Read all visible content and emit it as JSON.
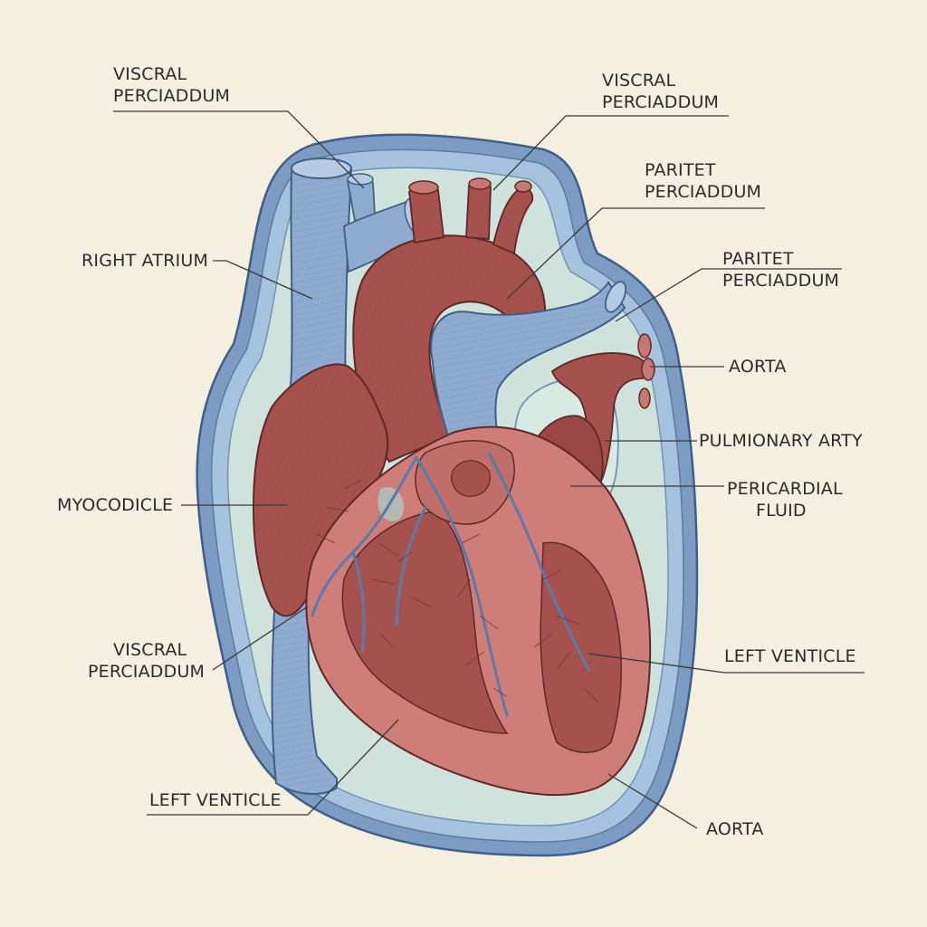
{
  "colors": {
    "background": "#f5efdf",
    "pericardium_blue": "#7c9cc4",
    "pericardial_fluid": "#cfe3dc",
    "muscle_red": "#a5524f",
    "muscle_pink": "#cf7d78",
    "vein_blue": "#8fabcf",
    "ink": "#2b2b2b"
  },
  "labels": {
    "visceral_top_left": {
      "line1": "VISCRAL",
      "line2": "PERCIADDUM"
    },
    "visceral_top_right": {
      "line1": "VISCRAL",
      "line2": "PERCIADDUM"
    },
    "parietal_upper": {
      "line1": "PARITET",
      "line2": "PERCIADDUM"
    },
    "parietal_lower": {
      "line1": "PARITET",
      "line2": "PERCIADDUM"
    },
    "right_atrium": "RIGHT ATRIUM",
    "aorta_right": "AORTA",
    "pulmonary_artery": "PULMIONARY ARTY",
    "pericardial_fluid": {
      "line1": "PERICARDIAL",
      "line2": "FLUID"
    },
    "myocardium": "MYOCODICLE",
    "visceral_bottom_left": {
      "line1": "VISCRAL",
      "line2": "PERCIADDUM"
    },
    "left_ventricle_right": "LEFT VENTICLE",
    "left_ventricle_bottom": "LEFT VENTICLE",
    "aorta_bottom": "AORTA"
  }
}
